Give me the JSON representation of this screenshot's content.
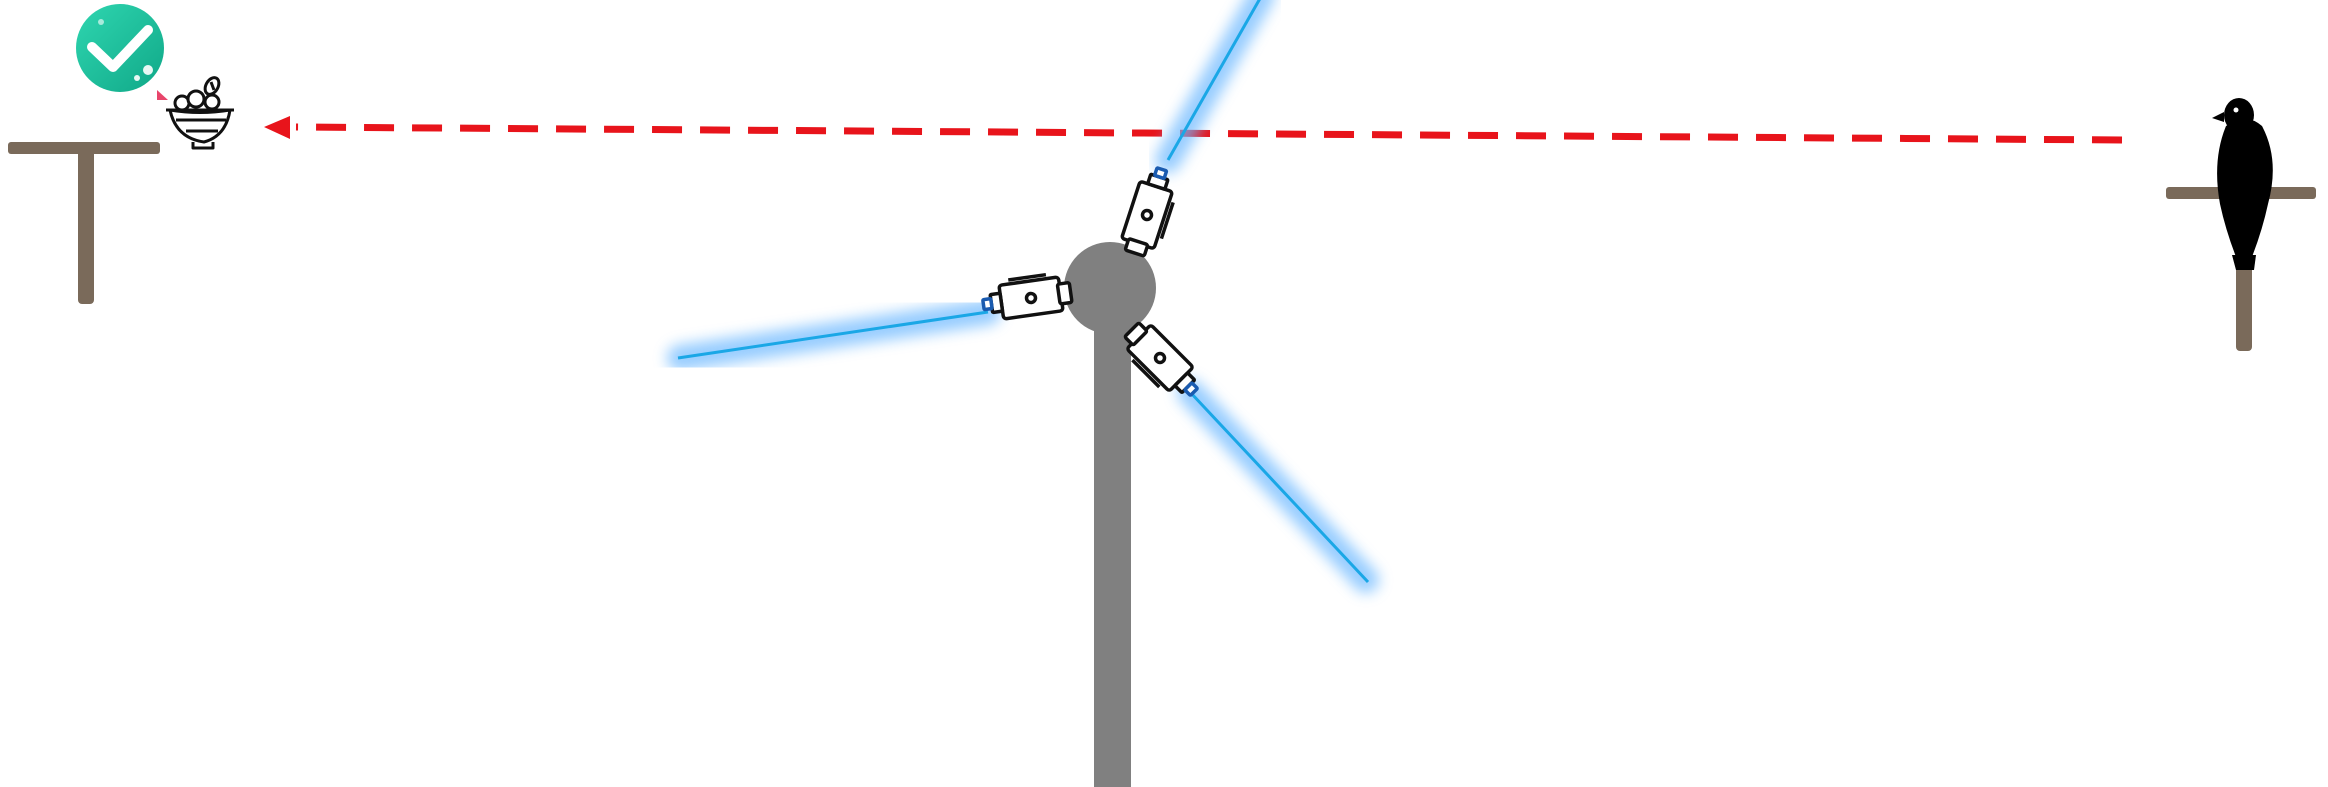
{
  "colors": {
    "background": "#ffffff",
    "turbine": "#808080",
    "perch": "#7a6a5a",
    "laser": "#1aa7e6",
    "laser_glow": "#6cb8ff",
    "flight_path": "#e8141b",
    "success_badge": "#1cc39e",
    "bird": "#000000",
    "device_outline": "#111111"
  },
  "icons": {
    "success": "check-badge-icon",
    "food": "food-bowl-icon",
    "bird": "raptor-silhouette-icon",
    "laser_device": "laser-emitter-icon"
  },
  "elements": {
    "perch_count": 2,
    "blade_count": 3,
    "laser_device_count": 3,
    "flight_path_style": "dashed-arrow",
    "flight_path_direction": "right-to-left"
  }
}
